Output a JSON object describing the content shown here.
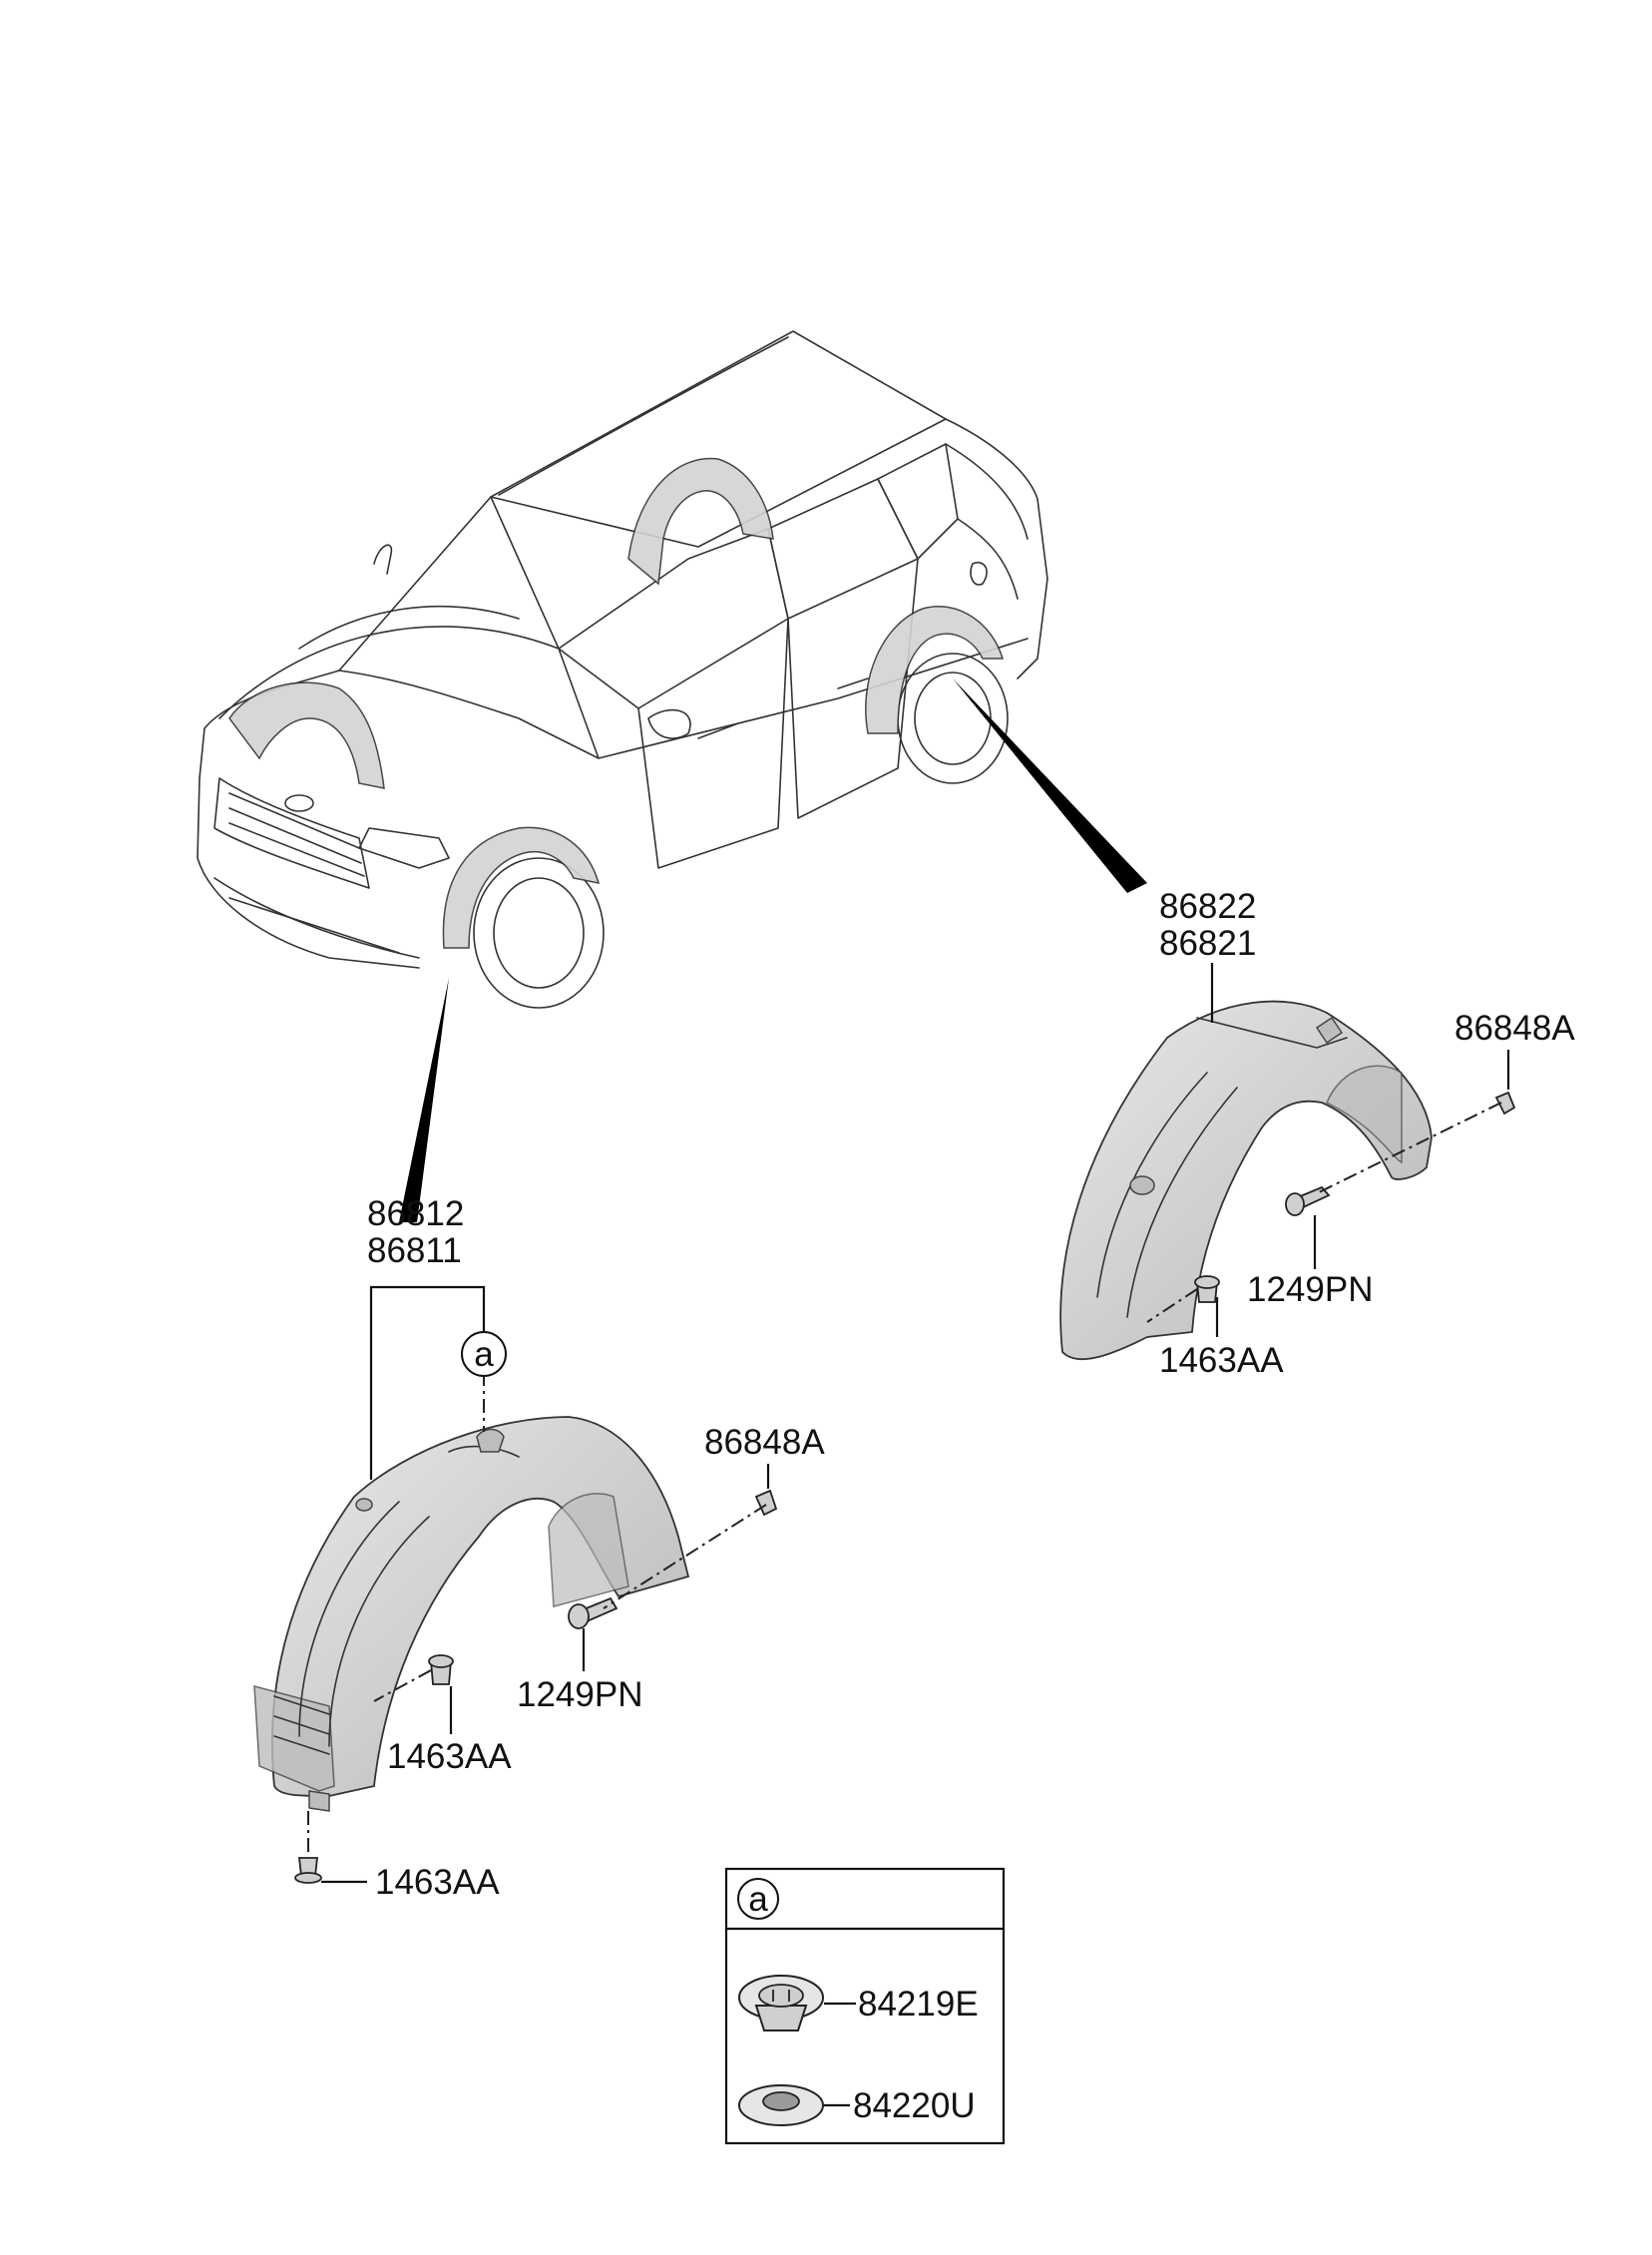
{
  "callouts": {
    "rear_liner_a": "86822",
    "rear_liner_b": "86821",
    "front_liner_a": "86812",
    "front_liner_b": "86811",
    "nut_front": "86848A",
    "nut_rear": "86848A",
    "screw_front": "1249PN",
    "screw_rear": "1249PN",
    "clip_front_side": "1463AA",
    "clip_front_bottom": "1463AA",
    "clip_rear": "1463AA",
    "ref_marker": "a"
  },
  "legend": {
    "marker": "a",
    "item1": "84219E",
    "item2": "84220U"
  }
}
